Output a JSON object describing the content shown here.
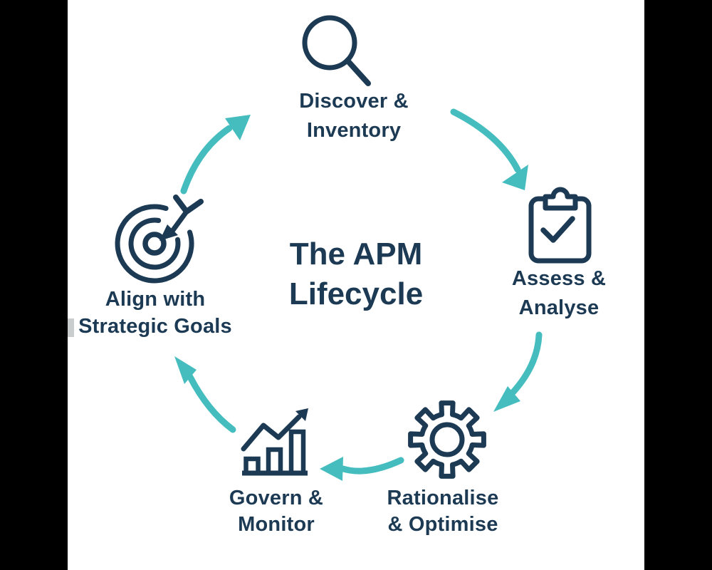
{
  "title": {
    "line1": "The APM",
    "line2": "Lifecycle"
  },
  "stages": [
    {
      "id": "discover",
      "label_line1": "Discover &",
      "label_line2": "Inventory",
      "icon": "magnifier-icon"
    },
    {
      "id": "assess",
      "label_line1": "Assess &",
      "label_line2": "Analyse",
      "icon": "clipboard-check-icon"
    },
    {
      "id": "rationalise",
      "label_line1": "Rationalise",
      "label_line2": "& Optimise",
      "icon": "gear-icon"
    },
    {
      "id": "govern",
      "label_line1": "Govern &",
      "label_line2": "Monitor",
      "icon": "bar-chart-growth-icon"
    },
    {
      "id": "align",
      "label_line1": "Align with",
      "label_line2": "Strategic Goals",
      "icon": "target-arrow-icon"
    }
  ],
  "colors": {
    "navy": "#1c3a53",
    "teal": "#45bdbf",
    "background": "#ffffff",
    "letterbox": "#000000",
    "artifact": "#c9cdcd"
  }
}
